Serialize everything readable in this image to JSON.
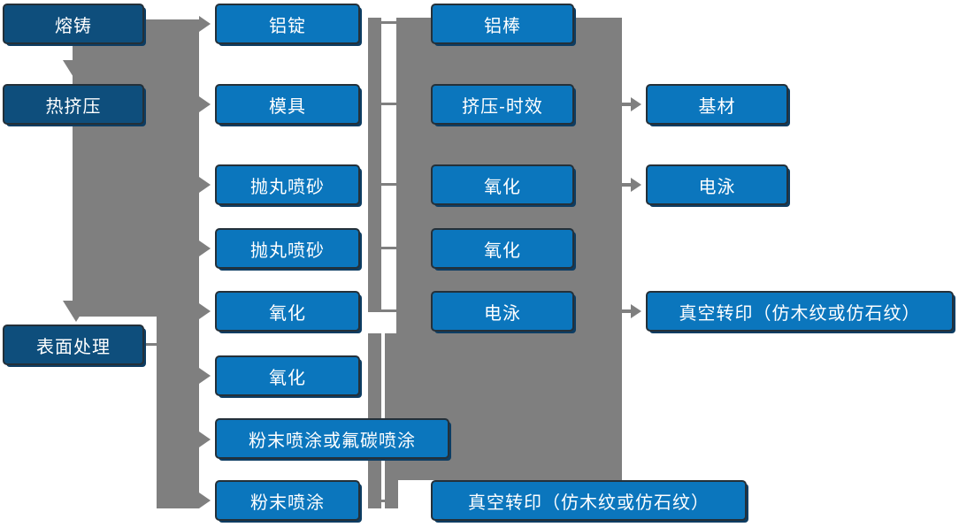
{
  "colors": {
    "box_blue": "#0b76bd",
    "box_dark_blue": "#0e4e7c",
    "connector_gray": "#7f7f7f",
    "box_border": "#243039",
    "box_text": "#ffffff",
    "shadow_blue": "#0d3d63"
  },
  "nodes": {
    "rongzhu": "熔铸",
    "rejiya": "热挤压",
    "biaomianchuli": "表面处理",
    "lvding": "铝锭",
    "muju": "模具",
    "paowan1": "抛丸喷砂",
    "paowan2": "抛丸喷砂",
    "yanghua_c2a": "氧化",
    "yanghua_c2b": "氧化",
    "fenmo_futan": "粉末喷涂或氟碳喷涂",
    "fenmo": "粉末喷涂",
    "lvbang": "铝棒",
    "jiya_shixiao": "挤压-时效",
    "yanghua_c3a": "氧化",
    "yanghua_c3b": "氧化",
    "dianyong_c3": "电泳",
    "zhenkong_bottom": "真空转印（仿木纹或仿石纹）",
    "jicai": "基材",
    "dianyong_c4": "电泳",
    "zhenkong_right": "真空转印（仿木纹或仿石纹）"
  },
  "connections": {
    "stage_chain_down": [
      "熔铸",
      "热挤压",
      "表面处理"
    ],
    "main_bus_targets": [
      "铝锭",
      "模具",
      "抛丸喷砂",
      "抛丸喷砂",
      "氧化"
    ],
    "surface_bus_targets": [
      "氧化",
      "粉末喷涂或氟碳喷涂",
      "粉末喷涂"
    ],
    "panel_output_arrows": [
      {
        "from": "挤压-时效",
        "to": "基材"
      },
      {
        "from": "氧化",
        "to": "电泳"
      },
      {
        "from": "电泳",
        "to": "真空转印（仿木纹或仿石纹）"
      }
    ]
  }
}
